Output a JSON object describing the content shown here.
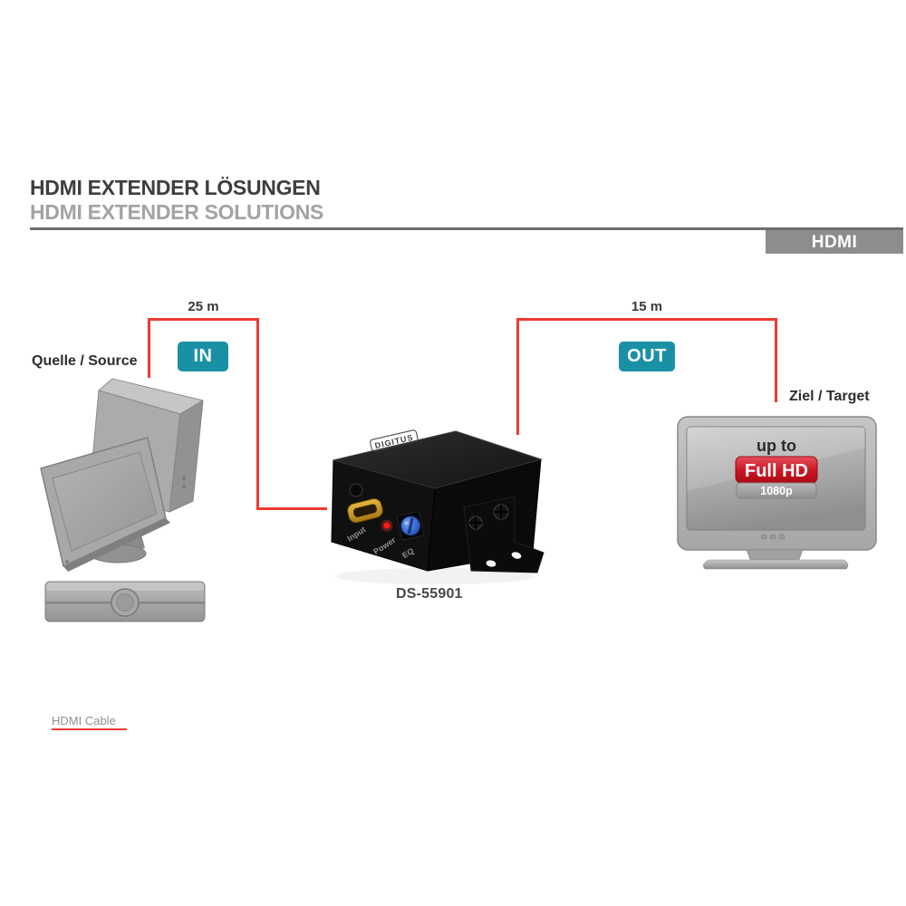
{
  "header": {
    "title_de": "HDMI EXTENDER LÖSUNGEN",
    "title_en": "HDMI EXTENDER SOLUTIONS",
    "badge": "HDMI"
  },
  "diagram": {
    "source_label": "Quelle / Source",
    "target_label": "Ziel / Target",
    "in": {
      "distance": "25 m",
      "label": "IN"
    },
    "out": {
      "distance": "15 m",
      "label": "OUT"
    },
    "device": {
      "model": "DS-55901",
      "brand": "DIGITUS",
      "panel": {
        "input": "Input",
        "power": "Power",
        "eq": "EQ"
      }
    },
    "tv": {
      "up_to": "up to",
      "full_hd": "Full HD",
      "resolution": "1080p"
    }
  },
  "legend": {
    "hdmi_cable": "HDMI Cable"
  },
  "colors": {
    "accent_red": "#ee3a33",
    "io_badge_teal": "#1a90a5",
    "category_badge_gray": "#8d8d8d",
    "full_hd_red": "#c41320"
  }
}
